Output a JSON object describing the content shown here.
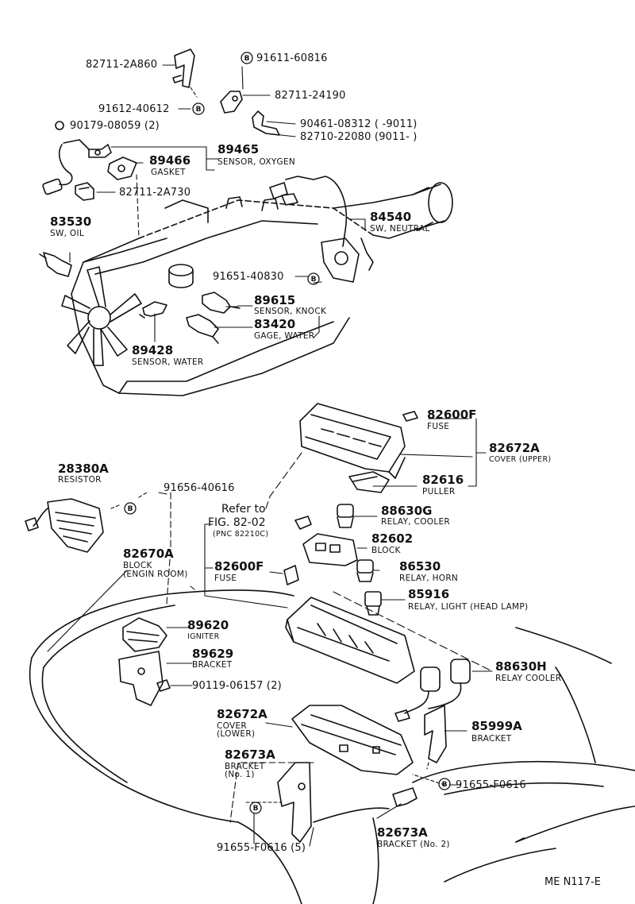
{
  "parts": [
    {
      "id": "p1",
      "number": "82711-2A860"
    },
    {
      "id": "p2",
      "number": "91611-60816"
    },
    {
      "id": "p3",
      "number": "82711-24190"
    },
    {
      "id": "p4",
      "number": "91612-40612"
    },
    {
      "id": "p5",
      "number": "90461-08312 (       -9011)"
    },
    {
      "id": "p6",
      "number": "82710-22080 (9011-       )"
    },
    {
      "id": "p7",
      "number": "90179-08059 (2)"
    },
    {
      "id": "p8",
      "number": "89465",
      "name": "SENSOR, OXYGEN"
    },
    {
      "id": "p9",
      "number": "89466",
      "name": "GASKET"
    },
    {
      "id": "p10",
      "number": "82711-2A730"
    },
    {
      "id": "p11",
      "number": "83530",
      "name": "SW, OIL"
    },
    {
      "id": "p12",
      "number": "84540",
      "name": "SW, NEUTRAL"
    },
    {
      "id": "p13",
      "number": "91651-40830"
    },
    {
      "id": "p14",
      "number": "89615",
      "name": "SENSOR, KNOCK"
    },
    {
      "id": "p15",
      "number": "83420",
      "name": "GAGE, WATER"
    },
    {
      "id": "p16",
      "number": "89428",
      "name": "SENSOR, WATER"
    },
    {
      "id": "p17",
      "number": "82600F",
      "name": "FUSE"
    },
    {
      "id": "p18",
      "number": "82672A",
      "name": "COVER (UPPER)"
    },
    {
      "id": "p19",
      "number": "82616",
      "name": "PULLER"
    },
    {
      "id": "p20",
      "number": "28380A",
      "name": "RESISTOR"
    },
    {
      "id": "p21",
      "number": "91656-40616"
    },
    {
      "id": "p22",
      "number": "88630G",
      "name": "RELAY, COOLER"
    },
    {
      "id": "p23",
      "number": "82602",
      "name": "BLOCK"
    },
    {
      "id": "p24",
      "number": "82670A",
      "name": "BLOCK",
      "name2": "(ENGIN ROOM)"
    },
    {
      "id": "p25",
      "number": "82600F",
      "name": "FUSE"
    },
    {
      "id": "p26",
      "number": "86530",
      "name": "RELAY, HORN"
    },
    {
      "id": "p27",
      "number": "85916",
      "name": "RELAY, LIGHT (HEAD LAMP)"
    },
    {
      "id": "p28",
      "number": "89620",
      "name": "IGNITER"
    },
    {
      "id": "p29",
      "number": "89629",
      "name": "BRACKET"
    },
    {
      "id": "p30",
      "number": "90119-06157 (2)"
    },
    {
      "id": "p31",
      "number": "88630H",
      "name": "RELAY COOLER"
    },
    {
      "id": "p32",
      "number": "82672A",
      "name": "COVER",
      "name2": "(LOWER)"
    },
    {
      "id": "p33",
      "number": "85999A",
      "name": "BRACKET"
    },
    {
      "id": "p34",
      "number": "82673A",
      "name": "BRACKET",
      "name2": "(No. 1)"
    },
    {
      "id": "p35",
      "number": "91655-F0616"
    },
    {
      "id": "p36",
      "number": "91655-F0616 (5)"
    },
    {
      "id": "p37",
      "number": "82673A",
      "name": "BRACKET (No. 2)"
    }
  ],
  "reference": {
    "line1": "Refer to",
    "line2": "FIG. 82-02",
    "line3": "(PNC 82210C)"
  },
  "bolt_marker": "B",
  "figure_code": "ME N117-E"
}
